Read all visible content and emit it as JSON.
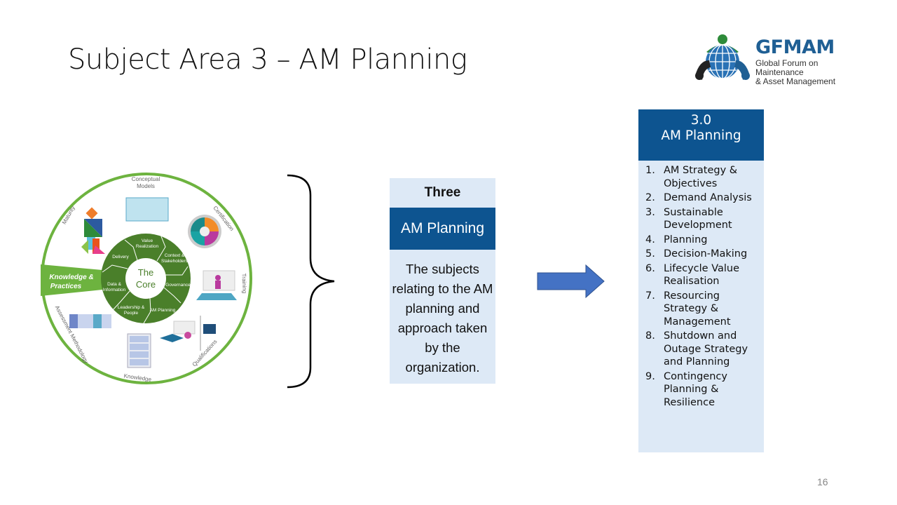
{
  "slide": {
    "title": "Subject Area 3 – AM Planning",
    "page_number": "16"
  },
  "logo": {
    "name": "GFMAM",
    "subtitle_line1": "Global Forum on Maintenance",
    "subtitle_line2": "& Asset Management"
  },
  "wheel": {
    "core_label_line1": "The",
    "core_label_line2": "Core",
    "core_segments": [
      [
        "Value",
        "Realization"
      ],
      [
        "Context &",
        "Stakeholders"
      ],
      [
        "Governance"
      ],
      [
        "AM Planning"
      ],
      [
        "Leadership &",
        "People"
      ],
      [
        "Data &",
        "Information"
      ],
      [
        "Delivery"
      ]
    ],
    "outer_labels": {
      "conceptual_models_1": "Conceptual",
      "conceptual_models_2": "Models",
      "certification": "Certification",
      "training": "Training",
      "qualifications": "Qualifications",
      "knowledge": "Knowledge",
      "assessment_methodology": "Assessment Methodology",
      "maturity": "Maturity"
    },
    "highlight_1": "Knowledge &",
    "highlight_2": "Practices",
    "colors": {
      "ring": "#6db33f",
      "core": "#4a7f2a",
      "core_text": "#4a7f2a"
    }
  },
  "middle_box": {
    "heading": "Three",
    "band": "AM Planning",
    "description": "The subjects relating to the AM planning and approach taken by the organization."
  },
  "right_box": {
    "heading_line1": "3.0",
    "heading_line2": "AM Planning",
    "items": [
      {
        "n": "1.",
        "label": "AM Strategy & Objectives"
      },
      {
        "n": "2.",
        "label": "Demand Analysis"
      },
      {
        "n": "3.",
        "label": "Sustainable Development"
      },
      {
        "n": "4.",
        "label": "Planning"
      },
      {
        "n": "5.",
        "label": "Decision-Making"
      },
      {
        "n": "6.",
        "label": "Lifecycle Value Realisation"
      },
      {
        "n": "7.",
        "label": "Resourcing Strategy & Management"
      },
      {
        "n": "8.",
        "label": "Shutdown and Outage Strategy and Planning"
      },
      {
        "n": "9.",
        "label": "Contingency Planning & Resilience"
      }
    ]
  },
  "colors": {
    "accent": "#0d5490",
    "panel": "#dde9f6",
    "arrow": "#4472c4"
  }
}
